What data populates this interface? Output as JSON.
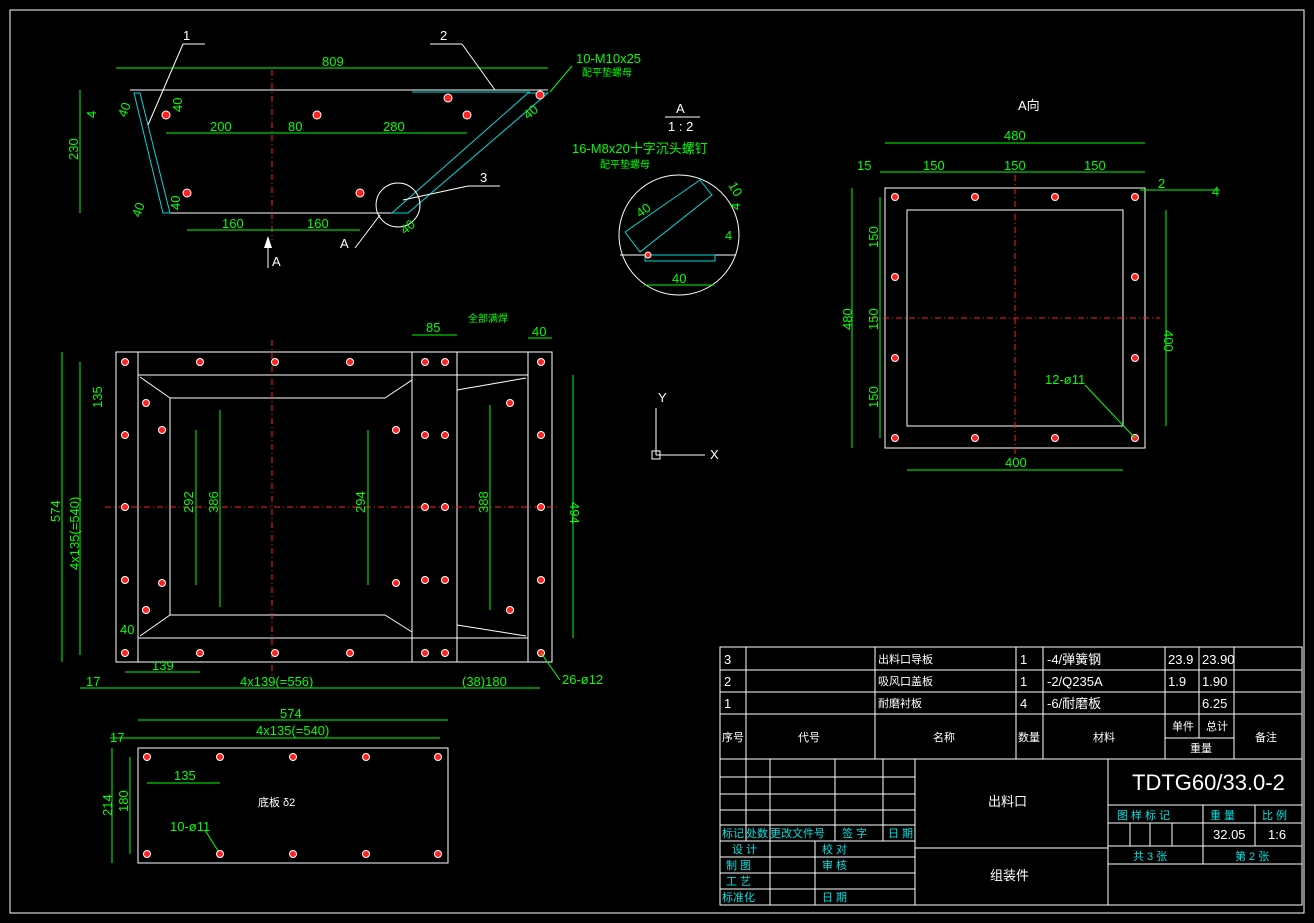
{
  "front_view": {
    "dims": {
      "d809": "809",
      "d10m": "10-M10x25",
      "d10m_sub": "配平垫螺母",
      "d230": "230",
      "d40a": "40",
      "d4": "4",
      "d40b": "40",
      "d40c": "40",
      "d40d": "40",
      "d40e": "40",
      "d200": "200",
      "d80": "80",
      "d280": "280",
      "d160a": "160",
      "d160b": "160",
      "d40f": "40"
    },
    "callouts": [
      "1",
      "2",
      "3"
    ],
    "section_mark": "A",
    "section_arrow": "A"
  },
  "detail_view": {
    "title": "A",
    "scale": "1 : 2",
    "callout": "16-M8x20十字沉头螺钉",
    "callout_sub": "配平垫螺母",
    "dims": {
      "d40a": "40",
      "d40b": "40",
      "d4a": "4",
      "d4b": "4",
      "d10": "10"
    }
  },
  "a_view": {
    "title": "A向",
    "dims": {
      "d480": "480",
      "d15": "15",
      "d150a": "150",
      "d150b": "150",
      "d150c": "150",
      "d2": "2",
      "d4": "4",
      "d480v": "480",
      "d150v1": "150",
      "d150v2": "150",
      "d150v3": "150",
      "d400v": "400",
      "d400": "400",
      "holes": "12-ø11"
    }
  },
  "plan_view": {
    "note": "全部满焊",
    "dims": {
      "d85": "85",
      "d40t": "40",
      "d574": "574",
      "d135": "135",
      "d4x135": "4x135(=540)",
      "d292": "292",
      "d386": "386",
      "d294": "294",
      "d388": "388",
      "d494": "494",
      "d40l": "40",
      "d139": "139",
      "d17": "17",
      "d4x139": "4x139(=556)",
      "d38": "(38)180",
      "holes": "26-ø12"
    }
  },
  "part_view": {
    "dims": {
      "d574": "574",
      "d4x135": "4x135(=540)",
      "d17": "17",
      "d135": "135",
      "d214": "214",
      "d180": "180",
      "holes": "10-ø11"
    },
    "label": "底板 δ2"
  },
  "axis": {
    "y": "Y",
    "x": "X"
  },
  "bom": {
    "rows": [
      {
        "no": "3",
        "code": "",
        "name": "出料口导板",
        "qty": "1",
        "material": "-4/弹簧钢",
        "unit": "23.9",
        "total": "23.90",
        "note": ""
      },
      {
        "no": "2",
        "code": "",
        "name": "吸风口盖板",
        "qty": "1",
        "material": "-2/Q235A",
        "unit": "1.9",
        "total": "1.90",
        "note": ""
      },
      {
        "no": "1",
        "code": "",
        "name": "耐磨衬板",
        "qty": "4",
        "material": "-6/耐磨板",
        "unit": "",
        "total": "6.25",
        "note": ""
      }
    ],
    "header": {
      "no": "序号",
      "code": "代号",
      "name": "名称",
      "qty": "数量",
      "material": "材料",
      "unit": "单件",
      "total": "总计",
      "weight": "重量",
      "note": "备注"
    }
  },
  "title_block": {
    "drawing_no": "TDTG60/33.0-2",
    "part_name": "出料口",
    "assembly": "组装件",
    "rev_headers": [
      "标记",
      "处数",
      "更改文件号",
      "签 字",
      "日 期"
    ],
    "roles": [
      "设 计",
      "校 对",
      "制 图",
      "审 核",
      "工 艺",
      "标准化",
      "日 期"
    ],
    "labels": {
      "mark": "图 样 标 记",
      "weight": "重 量",
      "scale": "比 例"
    },
    "weight": "32.05",
    "scale": "1:6",
    "sheets_total": "共 3 张",
    "sheet_no": "第 2 张"
  }
}
